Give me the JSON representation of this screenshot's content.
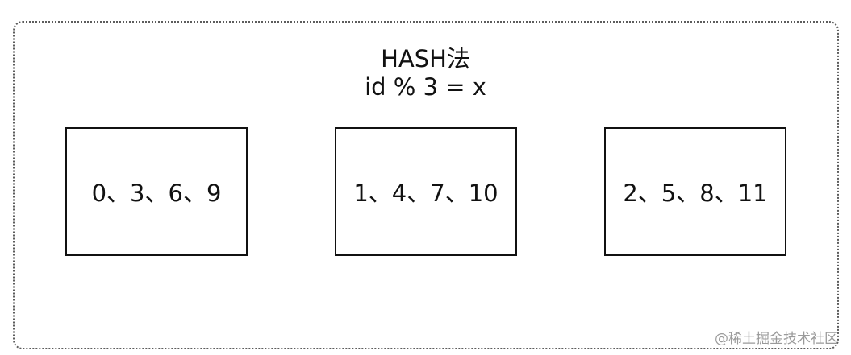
{
  "diagram": {
    "title_line1": "HASH法",
    "title_line2": "id % 3 = x",
    "partitions": [
      {
        "label": "0、3、6、9"
      },
      {
        "label": "1、4、7、10"
      },
      {
        "label": "2、5、8、11"
      }
    ]
  },
  "watermark": "@稀土掘金技术社区"
}
